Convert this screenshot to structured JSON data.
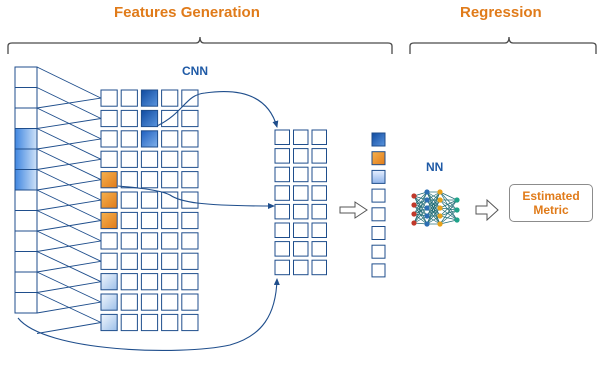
{
  "headers": {
    "features_generation": "Features Generation",
    "regression": "Regression"
  },
  "labels": {
    "cnn": "CNN",
    "nn": "NN",
    "estimated": "Estimated",
    "metric": "Metric"
  },
  "colors": {
    "accent_orange": "#e07b1a",
    "label_blue": "#1f5aa6",
    "cell_border": "#1f4e8c",
    "arrow": "#1f4e8c",
    "brace": "#4a4a4a"
  }
}
